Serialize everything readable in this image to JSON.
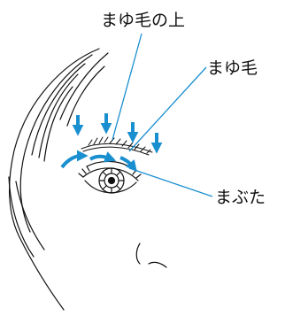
{
  "labels": {
    "brow_top": "まゆ毛の上",
    "eyebrow": "まゆ毛",
    "eyelid": "まぶた"
  },
  "colors": {
    "accent": "#1a8fd0",
    "line": "#111111",
    "background": "#ffffff"
  },
  "icons": [
    "arrow-down-icon",
    "curved-arrow-icon"
  ]
}
